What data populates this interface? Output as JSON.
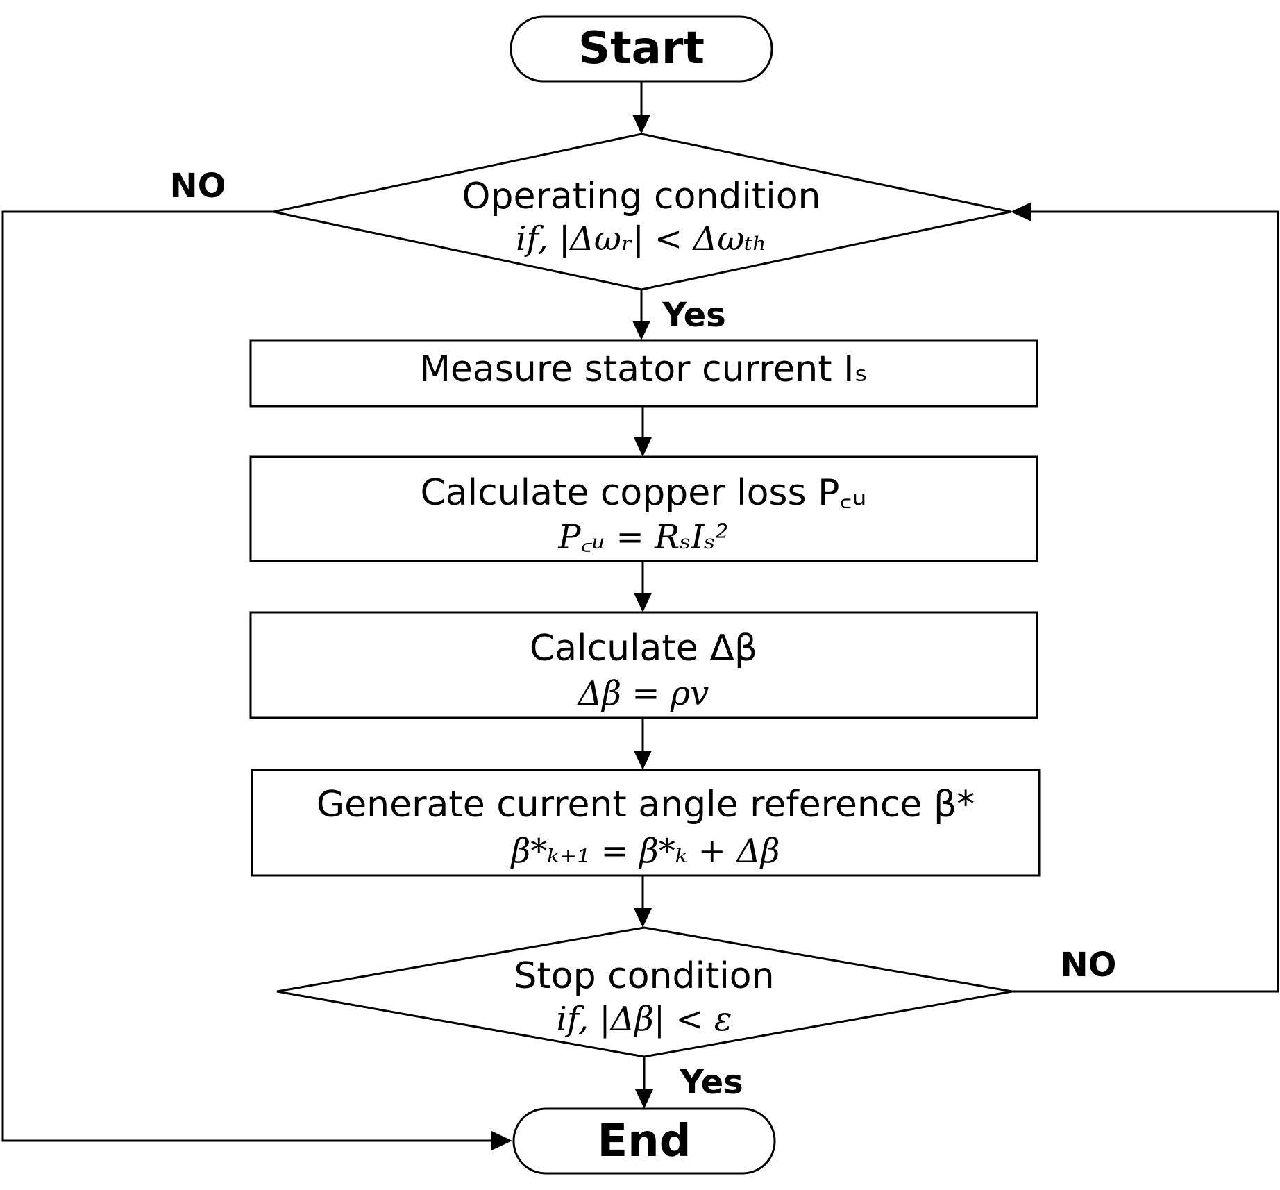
{
  "terminals": {
    "start": "Start",
    "end": "End"
  },
  "decisions": {
    "operating": {
      "title": "Operating condition",
      "formula": "if, |Δωᵣ| < Δωₜₕ"
    },
    "stop": {
      "title": "Stop condition",
      "formula": "if, |Δβ| < ε"
    }
  },
  "steps": [
    {
      "title": "Measure stator current Iₛ",
      "formula": ""
    },
    {
      "title": "Calculate copper loss P꜀ᵤ",
      "formula": "P꜀ᵤ = RₛIₛ²"
    },
    {
      "title": "Calculate Δβ",
      "formula": "Δβ = ρv"
    },
    {
      "title": "Generate current angle reference β*",
      "formula": "β*ₖ₊₁ = β*ₖ + Δβ"
    }
  ],
  "labels": {
    "operating_no": "NO",
    "operating_yes": "Yes",
    "stop_no": "NO",
    "stop_yes": "Yes"
  },
  "colors": {
    "stroke": "#000000",
    "background": "#ffffff"
  }
}
